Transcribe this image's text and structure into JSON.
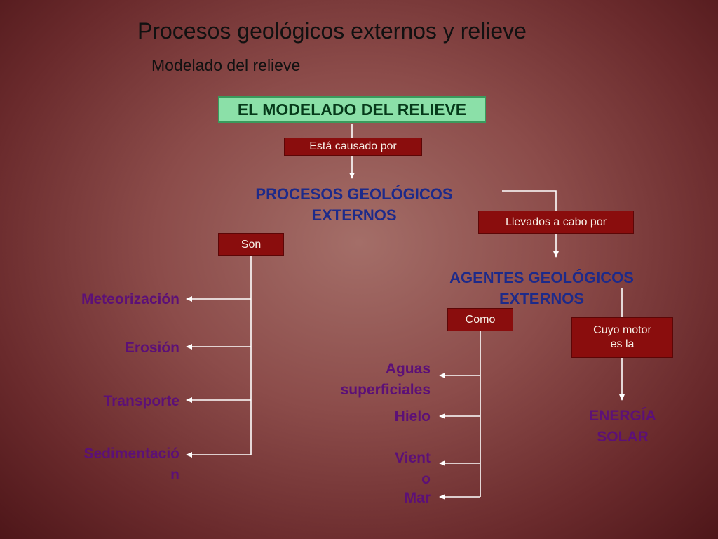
{
  "slide": {
    "title": "Procesos geológicos externos y relieve",
    "subtitle": "Modelado del relieve"
  },
  "map": {
    "root": "EL MODELADO DEL RELIEVE",
    "link_caused_by": "Está causado por",
    "processes_line1": "PROCESOS GEOLÓGICOS",
    "processes_line2": "EXTERNOS",
    "link_son": "Son",
    "process_items": [
      "Meteorización",
      "Erosión",
      "Transporte",
      "Sedimentació",
      "n"
    ],
    "link_carried_by": "Llevados a cabo por",
    "agents_line1": "AGENTES GEOLÓGICOS",
    "agents_line2": "EXTERNOS",
    "link_como": "Como",
    "agent_items": [
      "Aguas",
      "superficiales",
      "Hielo",
      "Vient",
      "o",
      "Mar"
    ],
    "link_motor_line1": "Cuyo motor",
    "link_motor_line2": "es la",
    "energy_line1": "ENERGÍA",
    "energy_line2": "SOLAR"
  },
  "colors": {
    "background": "#8c4c4a",
    "root_fill": "#8be0a8",
    "link_fill": "#8a0d0d",
    "concept_blue": "#1d2a8a",
    "concept_purple": "#5c1077",
    "connector": "#ffffff"
  }
}
